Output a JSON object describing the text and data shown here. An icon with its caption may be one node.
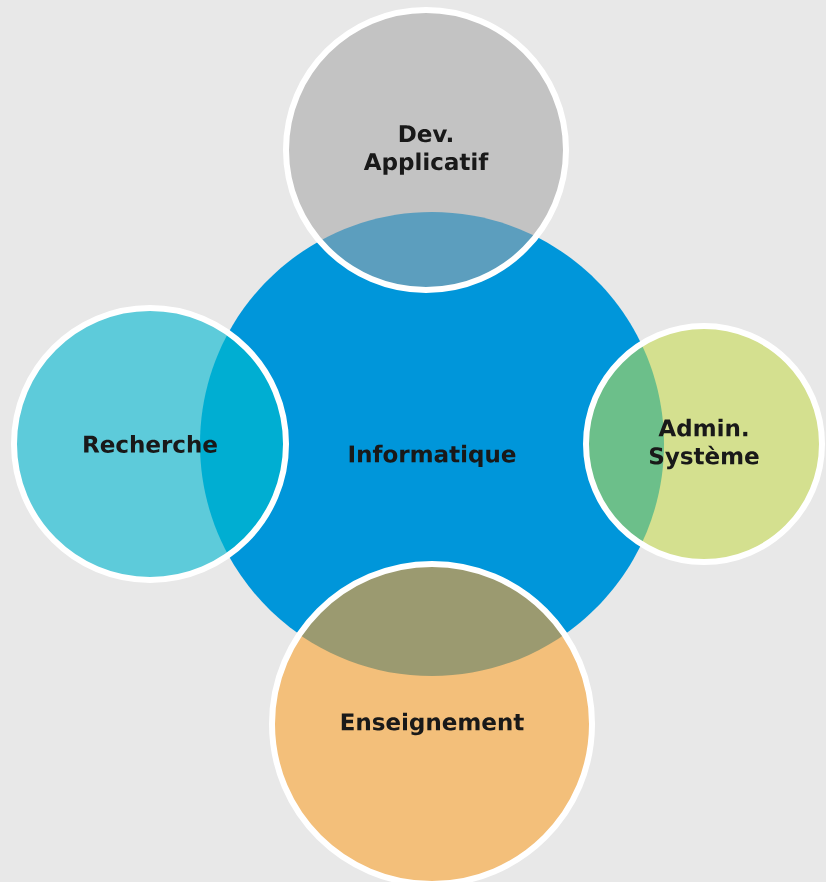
{
  "diagram": {
    "nodes": [
      {
        "text": [
          "Dev. Applicatif"
        ]
      },
      {
        "text": [
          "Recherche"
        ]
      },
      {
        "text": [
          "Informatique"
        ]
      },
      {
        "text": [
          "Admin. Système"
        ]
      },
      {
        "text": [
          "Enseignement"
        ]
      }
    ]
  }
}
